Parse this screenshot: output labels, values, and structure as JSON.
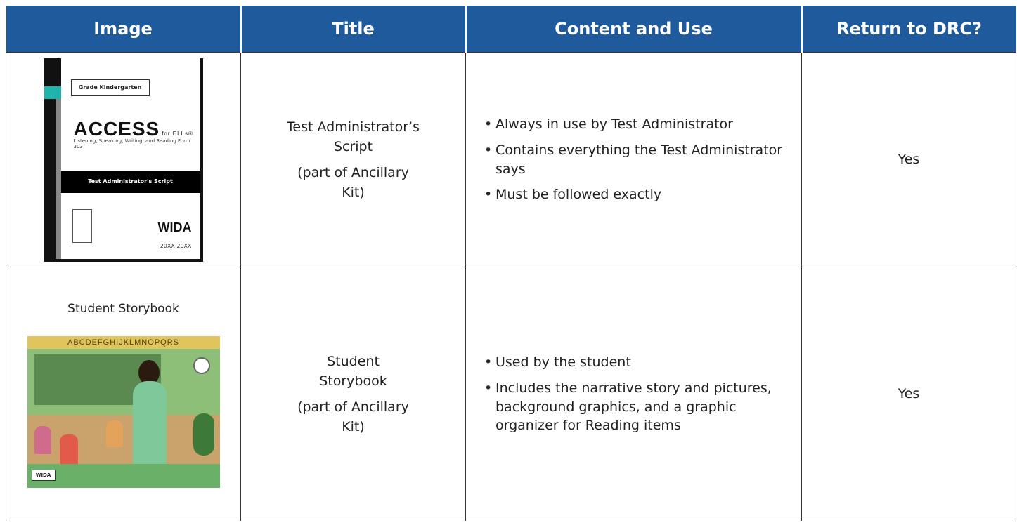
{
  "headers": {
    "image": "Image",
    "title": "Title",
    "content": "Content and Use",
    "return": "Return to DRC?"
  },
  "rows": [
    {
      "cover": {
        "grade": "Grade Kindergarten",
        "brand": "ACCESS",
        "brand_suffix": "for ELLs®",
        "subtitle": "Listening, Speaking, Writing, and Reading Form 303",
        "band": "Test Administrator's Script",
        "logo": "WIDA",
        "years": "20XX-20XX"
      },
      "title_main": "Test Administrator’s Script",
      "title_part": "(part of Ancillary Kit)",
      "bullets": [
        "Always in use by Test Administrator",
        "Contains everything the Test Administrator says",
        "Must be followed exactly"
      ],
      "return": "Yes"
    },
    {
      "image_label": "Student Storybook",
      "cover": {
        "alphabet": "ABCDEFGHIJKLMNOPQRS",
        "logo": "WIDA"
      },
      "title_main": "Student Storybook",
      "title_part": "(part of Ancillary Kit)",
      "bullets": [
        "Used by the student",
        "Includes the narrative story and pictures, background graphics, and a graphic organizer for Reading items"
      ],
      "return": "Yes"
    }
  ]
}
